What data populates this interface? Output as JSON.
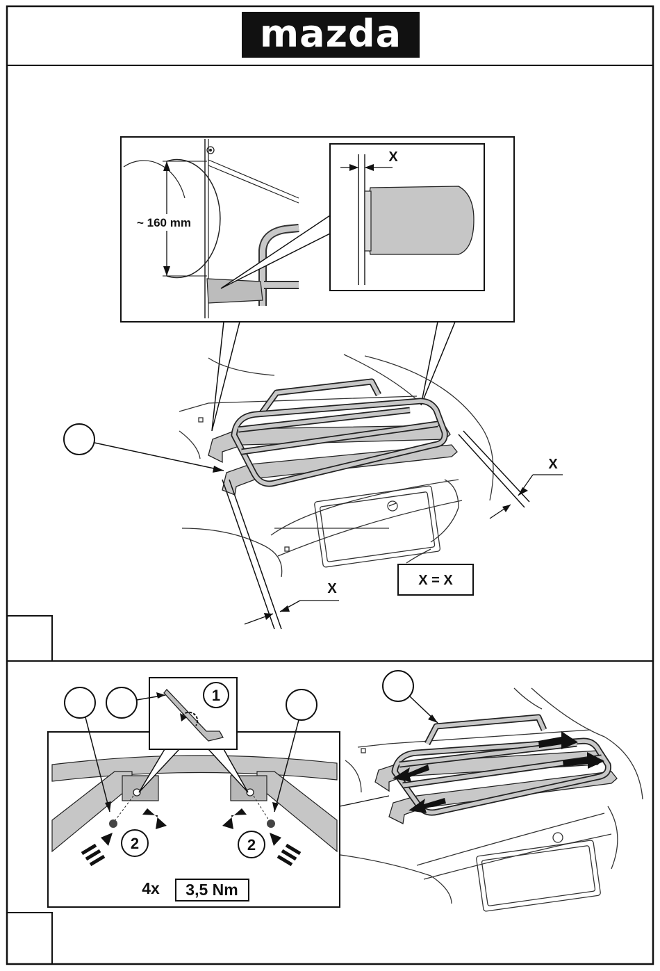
{
  "brand": {
    "logo_text": "mazda"
  },
  "step1": {
    "measure_distance": "~ 160 mm",
    "x_label": "X",
    "equation": "X = X"
  },
  "step2": {
    "step_marker_1": "1",
    "step_marker_2": "2",
    "bolt_count": "4x",
    "torque": "3,5 Nm"
  },
  "colors": {
    "ink": "#111111",
    "rack_fill": "#c8c8c8",
    "pad_fill": "#bcbcbc"
  }
}
